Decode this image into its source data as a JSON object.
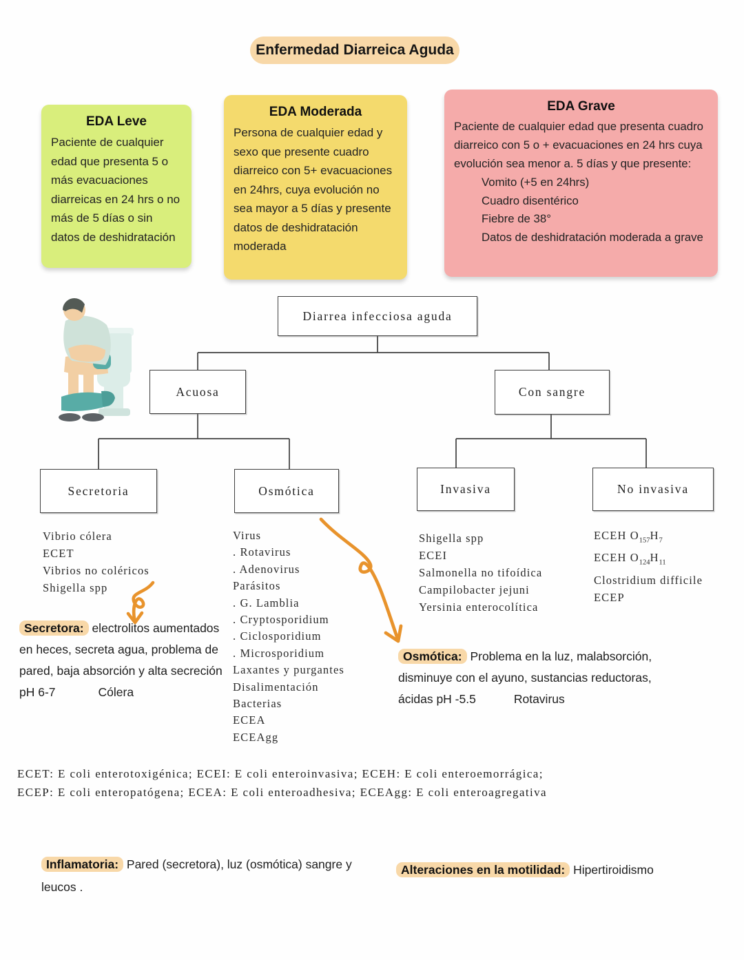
{
  "title": "Enfermedad Diarreica Aguda",
  "colors": {
    "card_leve": "#d9ee7c",
    "card_moderada": "#f4da6d",
    "card_grave": "#f5abaa",
    "highlight": "#f8d8a8",
    "arrow": "#e8932c"
  },
  "cards": {
    "leve": {
      "title": "EDA Leve",
      "body": "Paciente de cualquier edad que presenta 5 o más evacuaciones diarreicas en 24 hrs o no más de 5 días o sin datos de deshidratación"
    },
    "moderada": {
      "title": "EDA Moderada",
      "body": "Persona de cualquier edad y sexo que presente cuadro diarreico con 5+ evacuaciones en 24hrs, cuya evolución no sea mayor a 5 días y presente datos de deshidratación moderada"
    },
    "grave": {
      "title": "EDA Grave",
      "intro": "Paciente de cualquier edad que presenta cuadro diarreico con 5 o + evacuaciones en 24 hrs cuya evolución sea menor a. 5 días y que presente:",
      "bullets": [
        "Vomito (+5 en 24hrs)",
        "Cuadro disentérico",
        "Fiebre de 38°",
        "Datos de deshidratación moderada a grave"
      ]
    }
  },
  "flowchart": {
    "root": "Diarrea infecciosa aguda",
    "acuosa": "Acuosa",
    "con_sangre": "Con sangre",
    "secretoria": "Secretoria",
    "osmotica": "Osmótica",
    "invasiva": "Invasiva",
    "no_invasiva": "No invasiva"
  },
  "lists": {
    "secretoria": [
      "Vibrio cólera",
      "ECET",
      "Vibrios no coléricos",
      "Shigella spp"
    ],
    "osmotica": [
      "Virus",
      ". Rotavirus",
      ". Adenovirus",
      "Parásitos",
      ". G. Lamblia",
      ". Cryptosporidium",
      ". Ciclosporidium",
      ". Microsporidium",
      "Laxantes y purgantes",
      "Disalimentación",
      "Bacterias",
      "ECEA",
      "ECEAgg"
    ],
    "invasiva": [
      "Shigella spp",
      "ECEI",
      "Salmonella no tifoídica",
      "Campilobacter jejuni",
      "Yersinia enterocolítica"
    ],
    "no_invasiva_rows": [
      {
        "p1": "ECEH O",
        "s1": "157",
        "p2": "H",
        "s2": "7"
      },
      {
        "p1": "ECEH O",
        "s1": "124",
        "p2": "H",
        "s2": "11"
      }
    ],
    "no_invasiva_plain": [
      "Clostridium difficile",
      "ECEP"
    ]
  },
  "notes": {
    "secretora": {
      "label": "Secretora:",
      "line1": "electrolitos aumentados",
      "line2": "en heces, secreta agua, problema de",
      "line3": "pared, baja absorción y alta secreción",
      "line4": "pH 6-7",
      "keyword": "Cólera"
    },
    "osmotica": {
      "label": "Osmótica:",
      "line1": "Problema en la luz, malabsorción,",
      "line2": "disminuye con el ayuno, sustancias reductoras,",
      "line3": "ácidas pH -5.5",
      "keyword": "Rotavirus"
    },
    "inflamatoria": {
      "label": "Inflamatoria:",
      "line1": "Pared (secretora), luz (osmótica) sangre y",
      "line2": "leucos ."
    },
    "motilidad": {
      "label": "Alteraciones en la motilidad:",
      "text": "Hipertiroidismo"
    }
  },
  "abbreviations": {
    "line1": "ECET: E coli enterotoxigénica; ECEI: E coli enteroinvasiva; ECEH: E coli enteroemorrágica;",
    "line2": "ECEP: E coli enteropatógena; ECEA: E coli enteroadhesiva; ECEAgg: E coli enteroagregativa"
  }
}
